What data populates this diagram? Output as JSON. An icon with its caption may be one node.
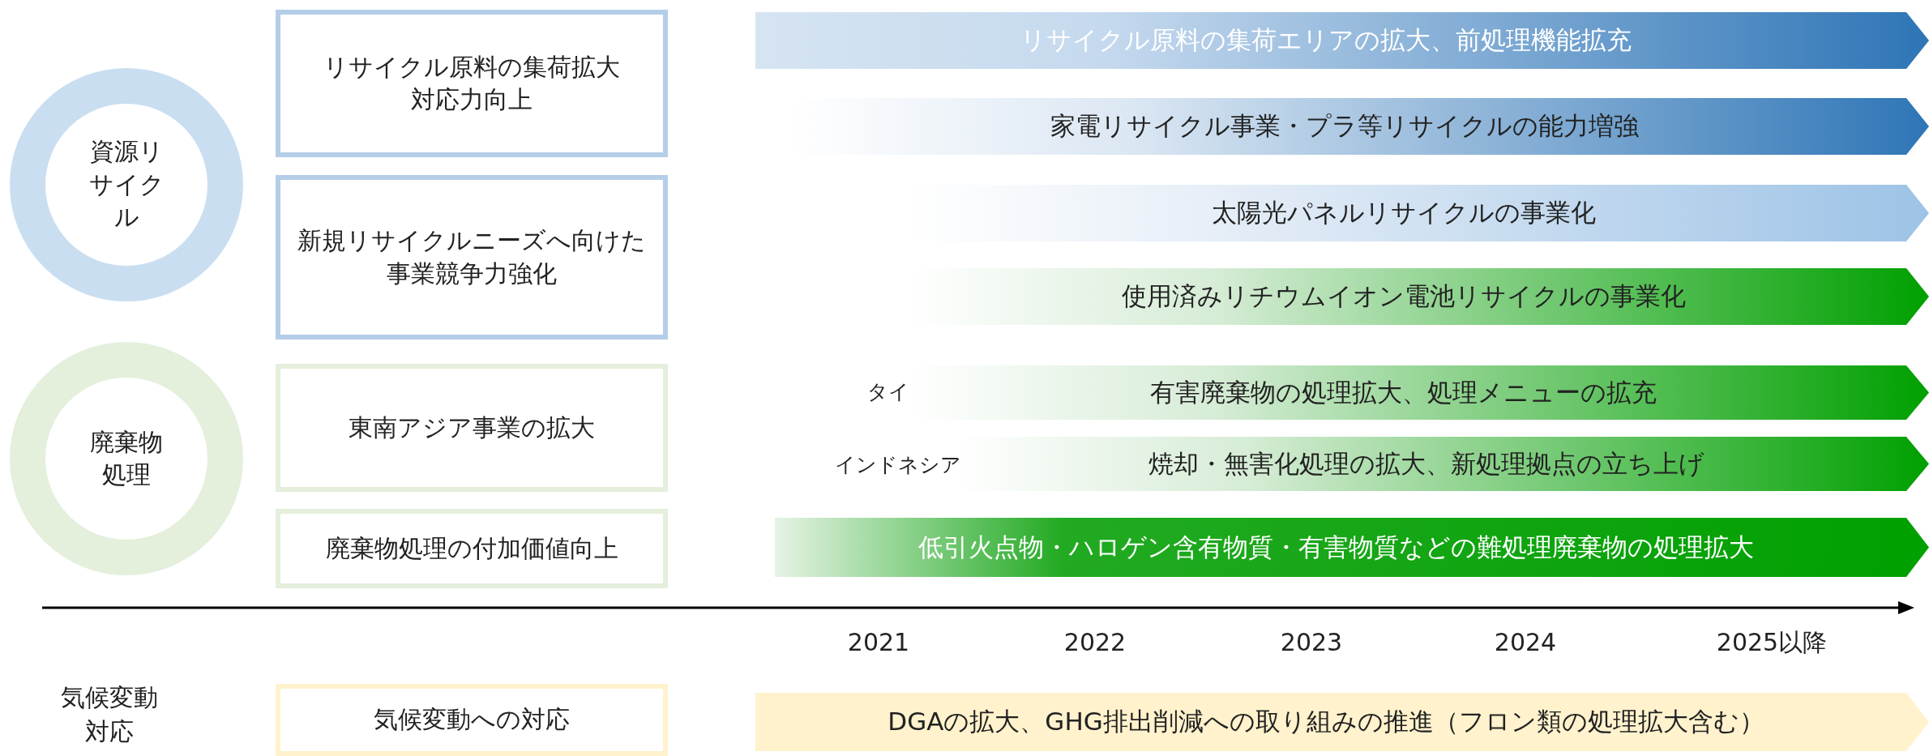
{
  "diagram": {
    "nodes": [
      {
        "text": [
          "資源リサイクル"
        ]
      },
      {
        "text": [
          "リサイクル原料の集荷拡大対応力向上"
        ]
      },
      {
        "text": [
          "新規リサイクルニーズへ向けた事業競争力強化"
        ]
      },
      {
        "text": [
          "廃棄物処理"
        ]
      },
      {
        "text": [
          "東南アジア事業の拡大"
        ]
      },
      {
        "text": [
          "廃棄物処理の付加価値向上"
        ]
      },
      {
        "text": [
          "気候変動への対応"
        ]
      },
      {
        "text": [
          "リサイクル原料の集荷エリアの拡大、前処理機能拡充"
        ]
      },
      {
        "text": [
          "家電リサイクル事業・プラ等リサイクルの能力増強"
        ]
      },
      {
        "text": [
          "太陽光パネルリサイクルの事業化"
        ]
      },
      {
        "text": [
          "使用済みリチウムイオン電池リサイクルの事業化"
        ]
      },
      {
        "text": [
          "有害廃棄物の処理拡大、処理メニューの拡充"
        ],
        "beside": [
          "タイ"
        ]
      },
      {
        "text": [
          "焼却・無害化処理の拡大、新処理拠点の立ち上げ"
        ],
        "beside": [
          "インドネシア"
        ]
      },
      {
        "text": [
          "低引火点物・ハロゲン含有物質・有害物質などの難処理廃棄物の処理拡大"
        ]
      },
      {
        "text": [
          "DGAの拡大、GHG排出削減への取り組みの推進（フロン類の処理拡大含む）"
        ]
      }
    ],
    "labels": [
      "2021",
      "2022",
      "2023",
      "2024",
      "2025以降",
      "気候変動対応"
    ]
  }
}
